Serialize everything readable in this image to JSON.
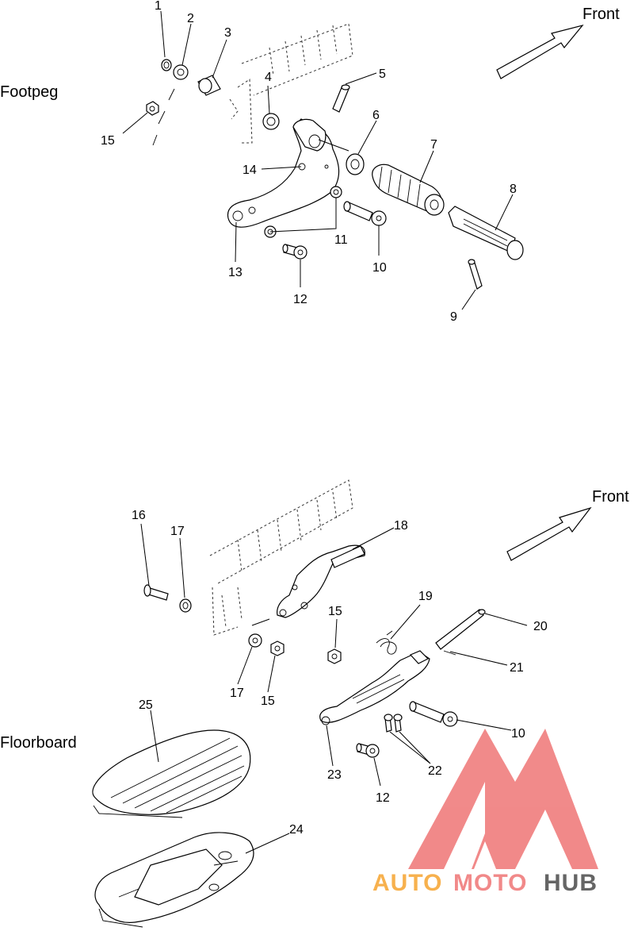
{
  "sections": {
    "footpeg": "Footpeg",
    "floorboard": "Floorboard"
  },
  "front_top": "Front",
  "front_bottom": "Front",
  "callouts": {
    "c1": "1",
    "c2": "2",
    "c3": "3",
    "c4": "4",
    "c5": "5",
    "c6": "6",
    "c7": "7",
    "c8": "8",
    "c9": "9",
    "c10a": "10",
    "c11": "11",
    "c12a": "12",
    "c13": "13",
    "c14": "14",
    "c15a": "15",
    "c16": "16",
    "c17a": "17",
    "c18": "18",
    "c15b": "15",
    "c19": "19",
    "c20": "20",
    "c21": "21",
    "c17b": "17",
    "c15c": "15",
    "c25": "25",
    "c10b": "10",
    "c23": "23",
    "c22": "22",
    "c12b": "12",
    "c24": "24"
  },
  "watermark": {
    "part1": "AUTO",
    "part2": "MOTO",
    "part3": "HUB",
    "colors": {
      "auto": "#f7a93b",
      "moto": "#f07d7d",
      "hub": "#555555"
    }
  }
}
